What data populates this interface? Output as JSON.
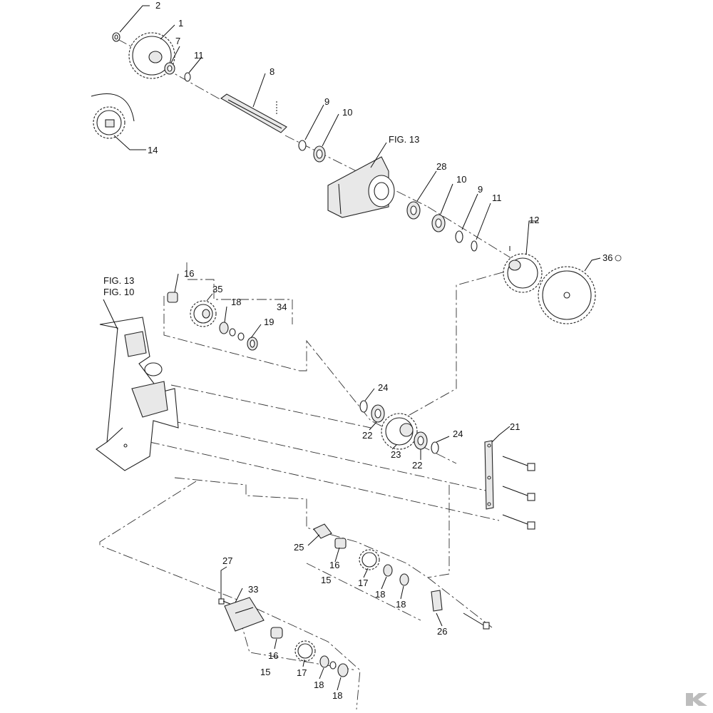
{
  "callouts": [
    {
      "id": "c-2",
      "text": "2"
    },
    {
      "id": "c-1",
      "text": "1"
    },
    {
      "id": "c-7",
      "text": "7"
    },
    {
      "id": "c-11a",
      "text": "11"
    },
    {
      "id": "c-8",
      "text": "8"
    },
    {
      "id": "c-14",
      "text": "14"
    },
    {
      "id": "c-9a",
      "text": "9"
    },
    {
      "id": "c-10a",
      "text": "10"
    },
    {
      "id": "c-fig13a",
      "text": "FIG. 13"
    },
    {
      "id": "c-28",
      "text": "28"
    },
    {
      "id": "c-10b",
      "text": "10"
    },
    {
      "id": "c-9b",
      "text": "9"
    },
    {
      "id": "c-11b",
      "text": "11"
    },
    {
      "id": "c-12",
      "text": "12"
    },
    {
      "id": "c-36",
      "text": "36"
    },
    {
      "id": "c-fig13b",
      "text": "FIG. 13"
    },
    {
      "id": "c-fig10",
      "text": "FIG. 10"
    },
    {
      "id": "c-16a",
      "text": "16"
    },
    {
      "id": "c-35",
      "text": "35"
    },
    {
      "id": "c-34",
      "text": "34"
    },
    {
      "id": "c-18a",
      "text": "18"
    },
    {
      "id": "c-19",
      "text": "19"
    },
    {
      "id": "c-24a",
      "text": "24"
    },
    {
      "id": "c-22a",
      "text": "22"
    },
    {
      "id": "c-23",
      "text": "23"
    },
    {
      "id": "c-22b",
      "text": "22"
    },
    {
      "id": "c-24b",
      "text": "24"
    },
    {
      "id": "c-21",
      "text": "21"
    },
    {
      "id": "c-25",
      "text": "25"
    },
    {
      "id": "c-16b",
      "text": "16"
    },
    {
      "id": "c-15a",
      "text": "15"
    },
    {
      "id": "c-17a",
      "text": "17"
    },
    {
      "id": "c-18b",
      "text": "18"
    },
    {
      "id": "c-18c",
      "text": "18"
    },
    {
      "id": "c-27",
      "text": "27"
    },
    {
      "id": "c-33",
      "text": "33"
    },
    {
      "id": "c-26",
      "text": "26"
    },
    {
      "id": "c-16c",
      "text": "16"
    },
    {
      "id": "c-15b",
      "text": "15"
    },
    {
      "id": "c-17b",
      "text": "17"
    },
    {
      "id": "c-18d",
      "text": "18"
    },
    {
      "id": "c-18e",
      "text": "18"
    }
  ],
  "colors": {
    "line": "#222222",
    "shade": "#e8e8e8",
    "brand": "#bdbdbd"
  },
  "icons": {
    "logo": "brand-logo-icon"
  }
}
